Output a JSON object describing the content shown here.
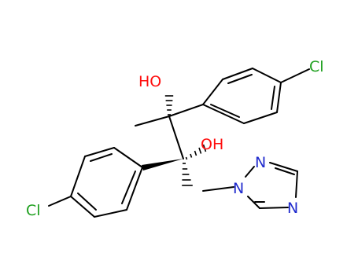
{
  "atoms": {
    "oh_top": "HO",
    "oh_mid": "OH",
    "cl_right": "Cl",
    "cl_left": "Cl",
    "n_top": "N",
    "n_left": "N",
    "n_bottom": "N"
  },
  "colors": {
    "bond": "#000000",
    "oxygen": "#ff0d0d",
    "nitrogen": "#1f2acd",
    "chlorine": "#1fa01f"
  }
}
